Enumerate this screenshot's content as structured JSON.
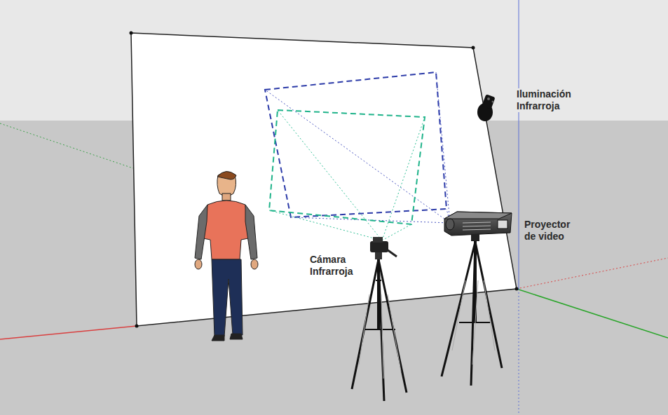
{
  "diagram": {
    "labels": [
      "Iluminación Infrarroja",
      "Proyector de video",
      "Cámara Infrarroja"
    ]
  }
}
